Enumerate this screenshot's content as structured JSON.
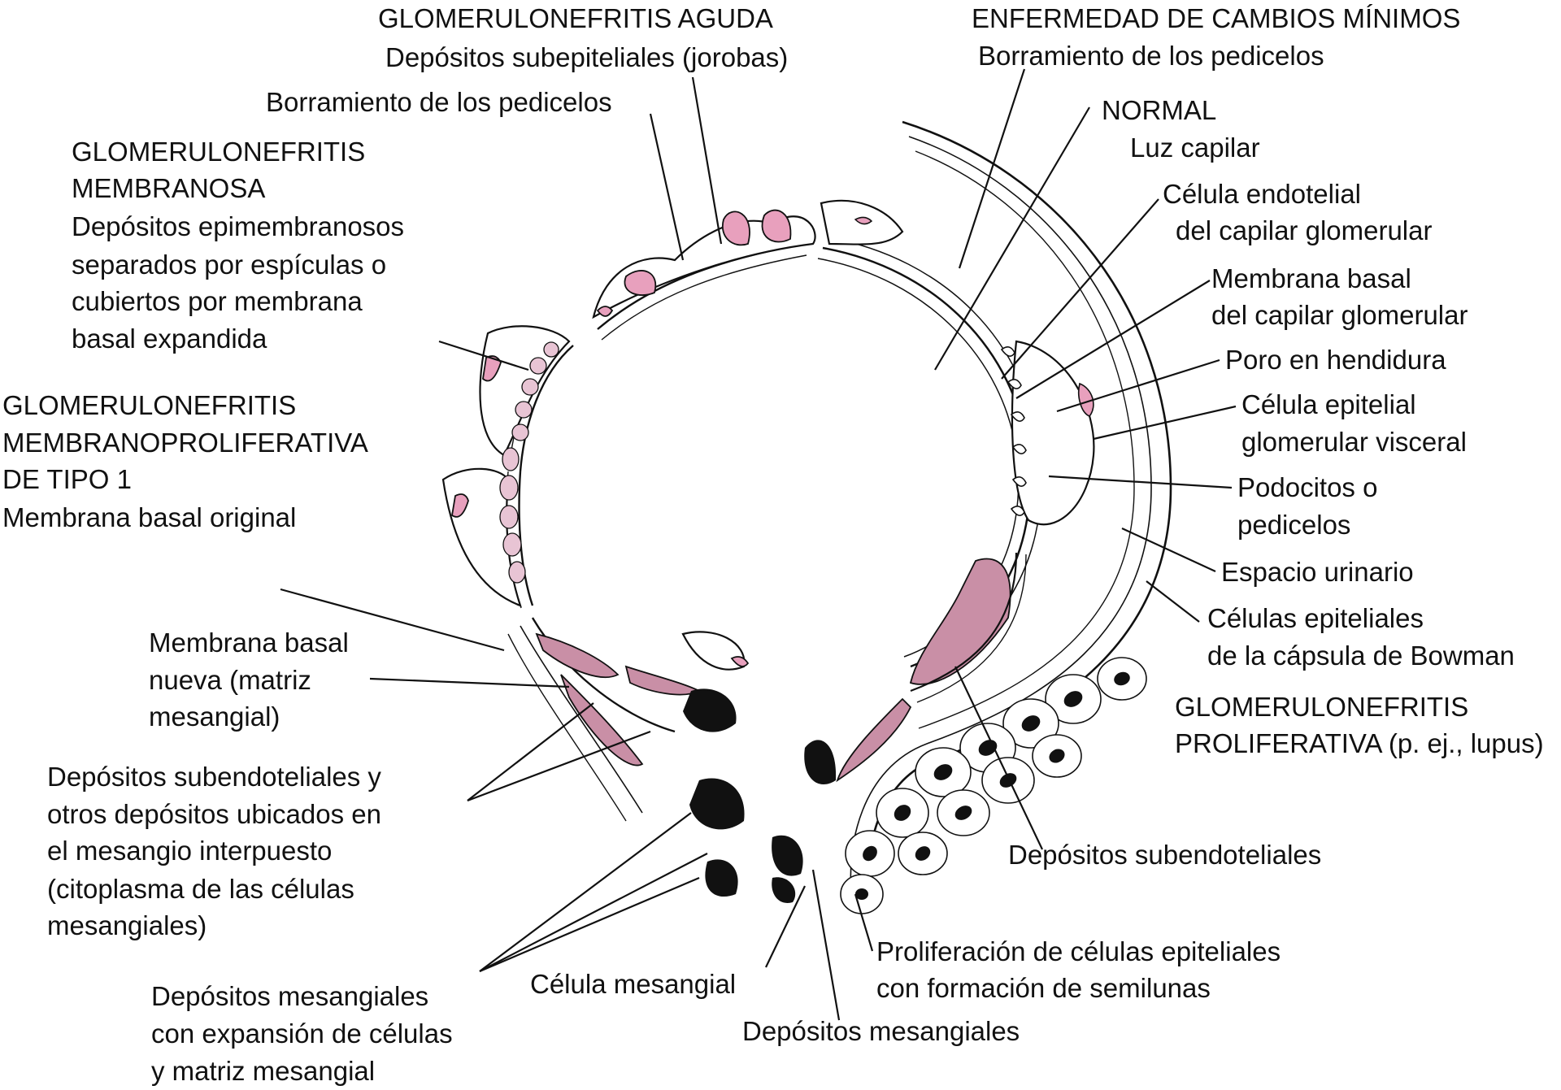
{
  "colors": {
    "deposit_pink": "#e8a0bd",
    "deposit_mauve": "#c98fa6",
    "line": "#111111",
    "background": "#ffffff"
  },
  "labels": {
    "gna_title": "GLOMERULONEFRITIS AGUDA",
    "gna_sub": "Depósitos subepiteliales (jorobas)",
    "gna_pedicelos": "Borramiento de los pedicelos",
    "gnm_title_1": "GLOMERULONEFRITIS",
    "gnm_title_2": "MEMBRANOSA",
    "gnm_desc_1": " Depósitos epimembranosos",
    "gnm_desc_2": "separados por espículas o",
    "gnm_desc_3": "cubiertos por membrana",
    "gnm_desc_4": "basal expandida",
    "gnmp_title_1": "GLOMERULONEFRITIS",
    "gnmp_title_2": "MEMBRANOPROLIFERATIVA",
    "gnmp_title_3": "DE TIPO 1",
    "gnmp_desc": " Membrana basal original",
    "mbn_1": "Membrana basal",
    "mbn_2": "nueva (matriz",
    "mbn_3": "mesangial)",
    "dse_1": "Depósitos subendoteliales y",
    "dse_2": "otros depósitos ubicados en",
    "dse_3": "el mesangio interpuesto",
    "dse_4": "(citoplasma de las células",
    "dse_5": "mesangiales)",
    "dme_1": "Depósitos mesangiales",
    "dme_2": "con expansión de células",
    "dme_3": "y matriz mesangial",
    "celula_mesangial": "Célula mesangial",
    "depositos_mesangiales": "Depósitos mesangiales",
    "ecm_title": "ENFERMEDAD DE CAMBIOS MÍNIMOS",
    "ecm_sub": "Borramiento de los pedicelos",
    "normal_title": "NORMAL",
    "luz_capilar": "Luz capilar",
    "cel_endo_1": "Célula endotelial",
    "cel_endo_2": "del capilar glomerular",
    "mem_basal_1": "Membrana basal",
    "mem_basal_2": "del capilar glomerular",
    "poro": "Poro en hendidura",
    "cel_epi_1": "Célula epitelial",
    "cel_epi_2": "glomerular visceral",
    "podocitos_1": "Podocitos o",
    "podocitos_2": "pedicelos",
    "espacio_urinario": "Espacio urinario",
    "bowman_1": "Células epiteliales",
    "bowman_2": "de la cápsula de Bowman",
    "gnp_title_1": "GLOMERULONEFRITIS",
    "gnp_title_2": "PROLIFERATIVA (p. ej., lupus)",
    "dep_subendo": "Depósitos subendoteliales",
    "prolif_1": "Proliferación de células epiteliales",
    "prolif_2": "con formación de semilunas"
  }
}
